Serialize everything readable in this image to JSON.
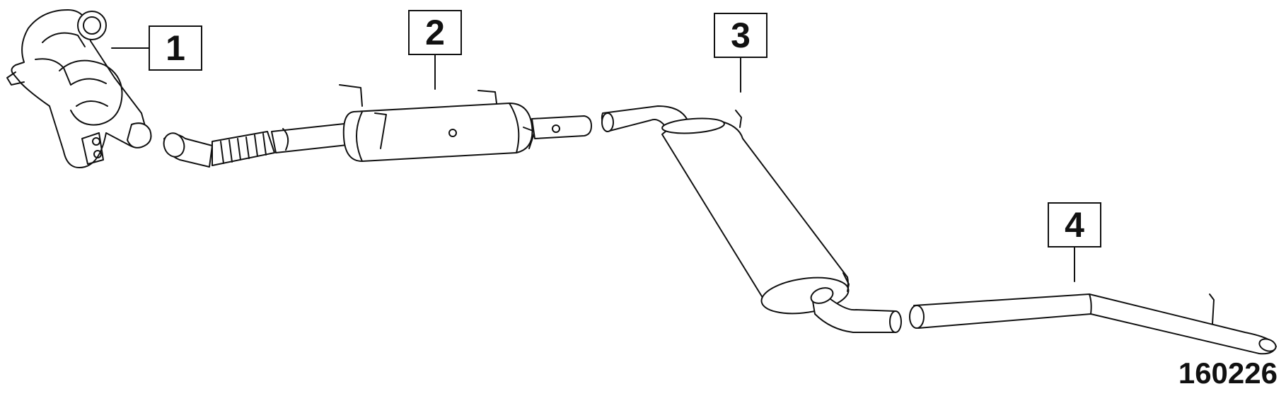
{
  "parts": [
    {
      "callout": "1",
      "icon": "catalytic-converter-icon"
    },
    {
      "callout": "2",
      "icon": "front-pipe-with-filter-icon"
    },
    {
      "callout": "3",
      "icon": "middle-muffler-icon"
    },
    {
      "callout": "4",
      "icon": "tail-pipe-icon"
    }
  ],
  "reference_number": "160226"
}
